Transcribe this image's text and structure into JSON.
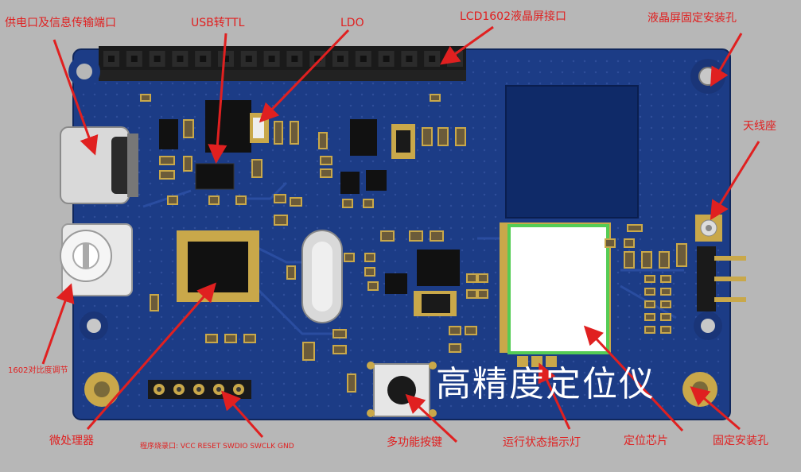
{
  "board": {
    "title": "高精度定位仪"
  },
  "labels": {
    "power_port": "供电口及信息传输端口",
    "usb_ttl": "USB转TTL",
    "ldo_top": "LDO",
    "lcd_header": "LCD1602液晶屏接口",
    "lcd_mount_hole": "液晶屏固定安装孔",
    "antenna": "天线座",
    "contrast": "1602对比度调节",
    "mcu": "微处理器",
    "program_port": "程序烧录口: VCC RESET SWDIO SWCLK GND",
    "button": "多功能按键",
    "status_led": "运行状态指示灯",
    "gps_chip": "定位芯片",
    "mount_hole": "固定安装孔"
  },
  "colors": {
    "pcb": "#1c3c86",
    "annotation": "#e02020",
    "pad": "#c9a84a",
    "background": "#b7b7b7"
  }
}
